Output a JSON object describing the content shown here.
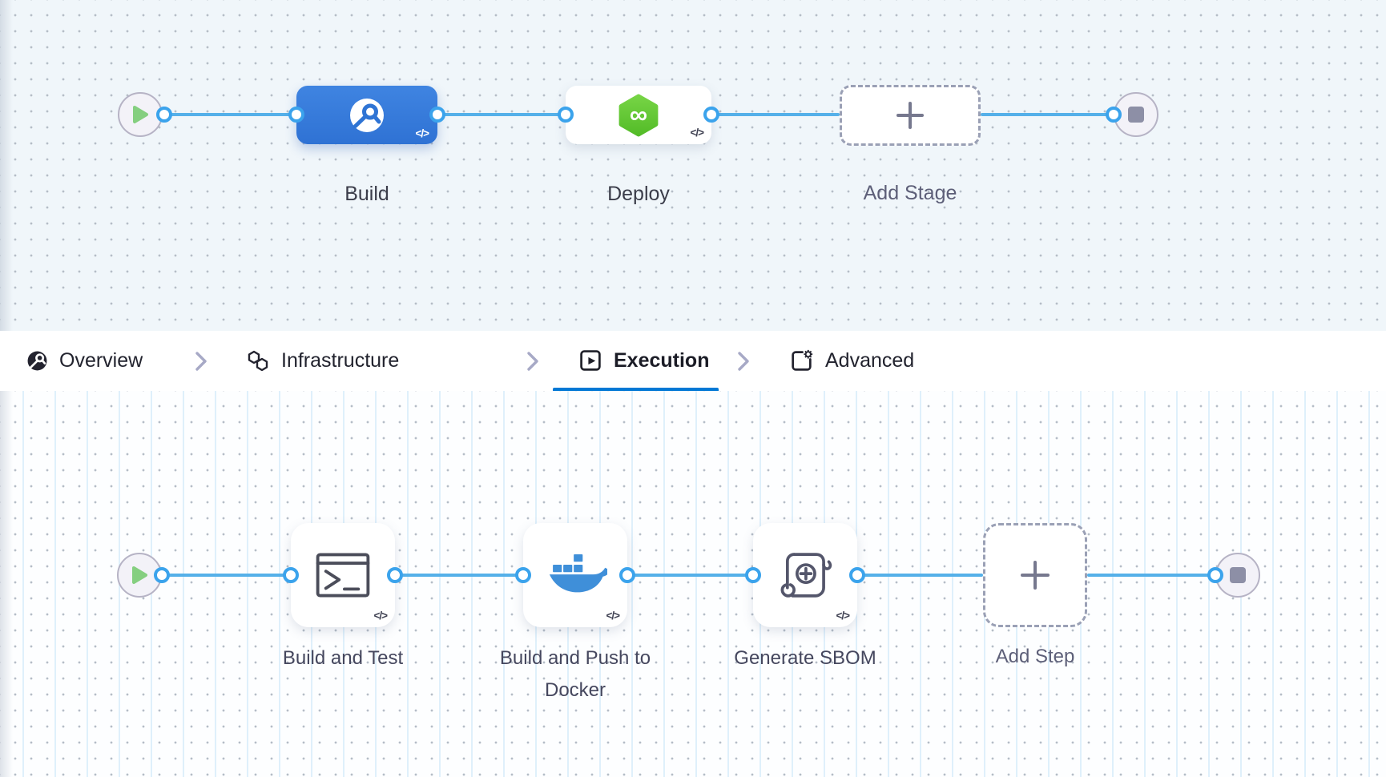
{
  "app": "pipeline-studio",
  "colors": {
    "canvas_top_bg": "#f0f6fa",
    "canvas_bottom_bg": "#fdfeff",
    "stage_node_blue": "#3379dc",
    "connector_blue": "#55b0e9",
    "port_ring_blue": "#3ba3ec",
    "cd_hexagon_green": "#62c733",
    "play_triangle_green": "#85cf80",
    "docker_icon_blue": "#3f8fd9",
    "active_tab_underline": "#0278d5",
    "dashed_border_gray": "#9aa0b5",
    "label_dark": "#3b3d4a",
    "label_muted": "#5d5f78"
  },
  "glyphs": {
    "code_badge": "</>",
    "infinity": "∞"
  },
  "icons": {
    "play-icon": "green play triangle (pipeline start)",
    "stop-icon": "gray square (pipeline end)",
    "ci-build-icon": "white circle with lens and slash (CI)",
    "cd-deploy-icon": "green hexagon with infinity (CD)",
    "plus-icon": "plus sign",
    "terminal-icon": "terminal window with prompt",
    "docker-icon": "docker whale with containers",
    "sbom-scroll-icon": "scroll with circled plus",
    "overview-icon": "filled pipeline logo disc",
    "infrastructure-icon": "two outlined hexagons",
    "execution-icon": "square with play triangle",
    "advanced-icon": "square with gear corner",
    "chevron-right-icon": "breadcrumb separator"
  },
  "stage_pipeline": {
    "stages": [
      {
        "id": "build",
        "label": "Build",
        "icon": "ci-build-icon",
        "badge": "</>"
      },
      {
        "id": "deploy",
        "label": "Deploy",
        "icon": "cd-deploy-icon",
        "badge": "</>"
      },
      {
        "id": "add-stage",
        "label": "Add Stage",
        "icon": "plus-icon"
      }
    ]
  },
  "tab_bar": {
    "tabs": [
      {
        "label": "Overview",
        "icon": "overview-icon",
        "active": false
      },
      {
        "label": "Infrastructure",
        "icon": "infrastructure-icon",
        "active": false
      },
      {
        "label": "Execution",
        "icon": "execution-icon",
        "active": true
      },
      {
        "label": "Advanced",
        "icon": "advanced-icon",
        "active": false
      }
    ]
  },
  "step_pipeline": {
    "steps": [
      {
        "id": "build-and-test",
        "label": "Build and Test",
        "icon": "terminal-icon",
        "badge": "</>"
      },
      {
        "id": "build-and-push-to-docker",
        "label": "Build and Push to Docker",
        "icon": "docker-icon",
        "badge": "</>"
      },
      {
        "id": "generate-sbom",
        "label": "Generate SBOM",
        "icon": "sbom-scroll-icon",
        "badge": "</>"
      },
      {
        "id": "add-step",
        "label": "Add Step",
        "icon": "plus-icon"
      }
    ]
  }
}
